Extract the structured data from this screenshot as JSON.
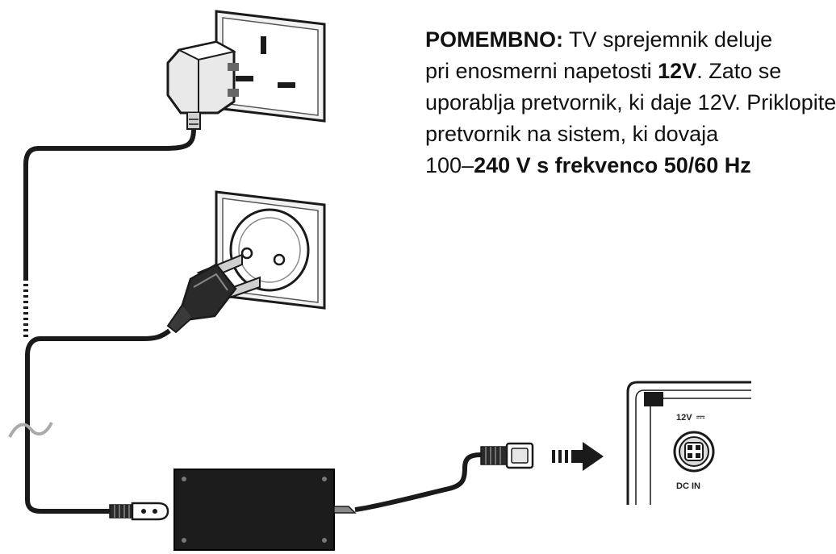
{
  "note": {
    "lead": "POMEMBNO:",
    "l1_rest": " TV sprejemnik deluje",
    "l2_text": "pri enosmerni napetosti ",
    "l2_bold": "12V",
    "l2_rest": ". Zato se",
    "l3": "uporablja pretvornik, ki daje 12V. Priklopite",
    "l4": "pretvornik na sistem, ki dovaja",
    "l5_text": "100–",
    "l5_bold": "240 V s frekvenco 50/60 Hz"
  },
  "panel": {
    "voltage_label": "12V",
    "dc_symbol": "⎓",
    "port_label": "DC IN"
  },
  "colors": {
    "line": "#1a1a1a",
    "plate": "#f2f2f2",
    "adapter": "#1c1c1c",
    "cable": "#2a2a2a"
  }
}
